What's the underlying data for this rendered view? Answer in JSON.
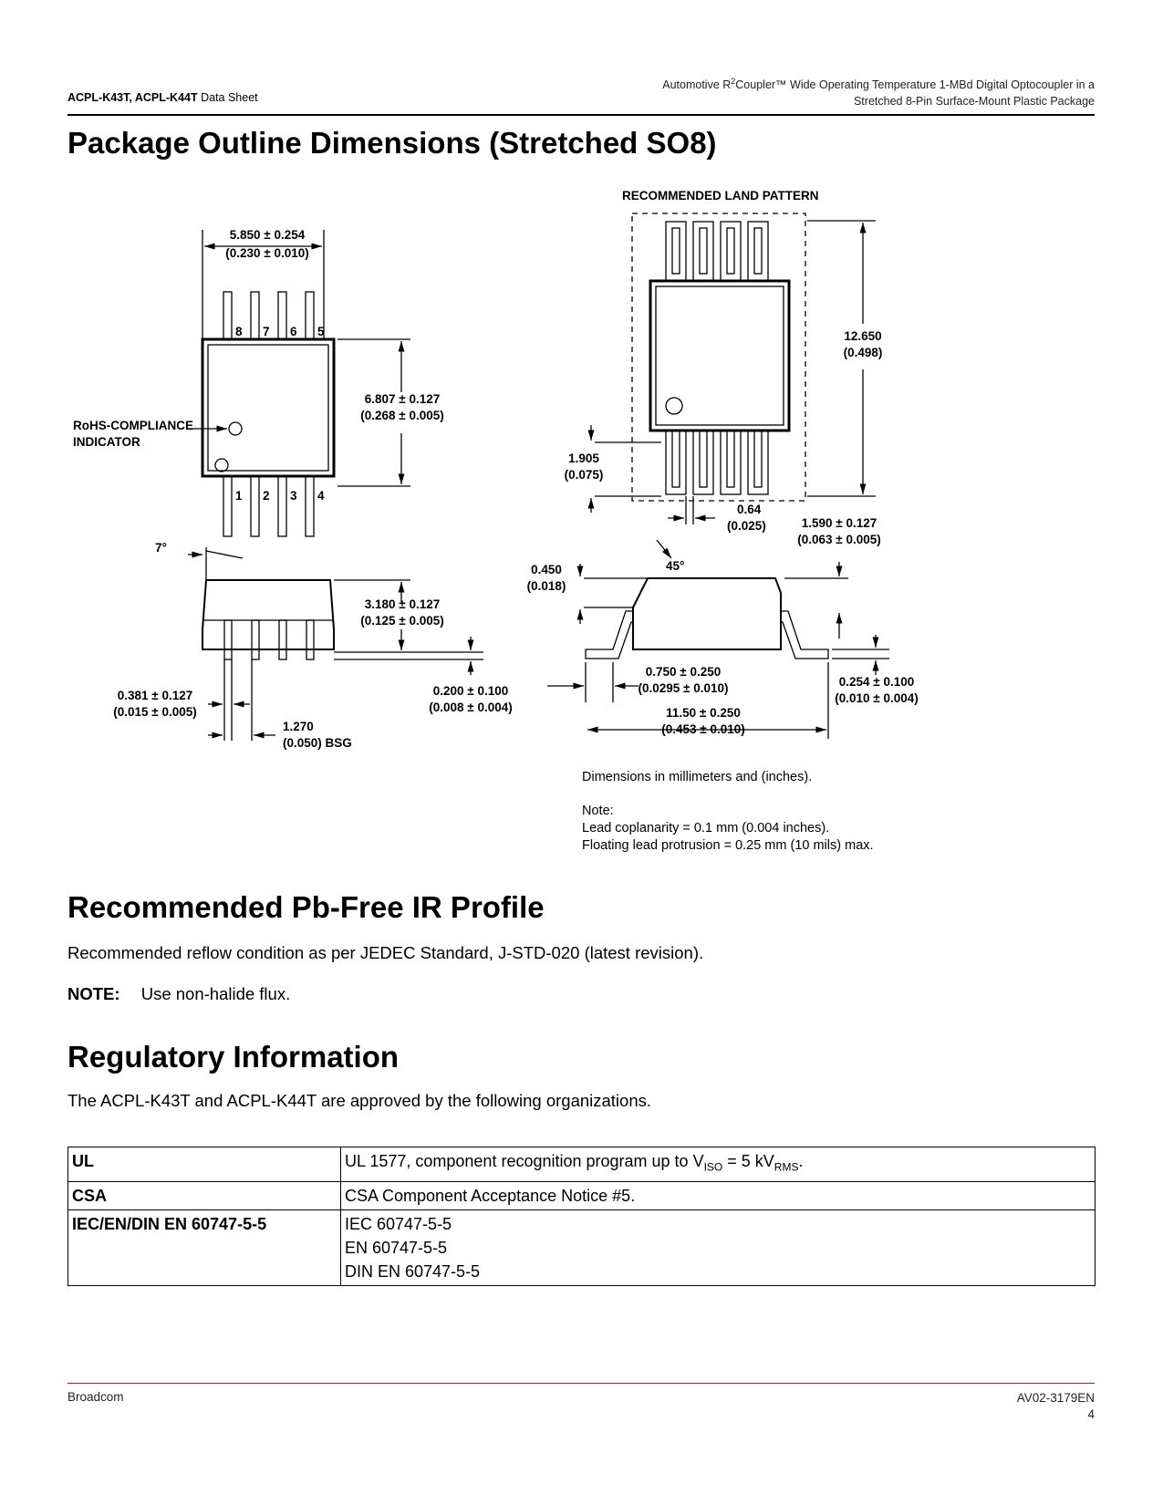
{
  "header": {
    "part_numbers": "ACPL-K43T, ACPL-K44T",
    "doc_type": "Data Sheet",
    "title_line1_pre": "Automotive R",
    "title_line1_sup": "2",
    "title_line1_post": "Coupler™ Wide Operating Temperature 1-MBd Digital Optocoupler in a",
    "title_line2": "Stretched 8-Pin Surface-Mount Plastic Package"
  },
  "package": {
    "heading": "Package Outline Dimensions (Stretched SO8)",
    "land_pattern_label": "RECOMMENDED LAND PATTERN",
    "rohs_line1": "RoHS-COMPLIANCE",
    "rohs_line2": "INDICATOR",
    "pins_top": [
      "8",
      "7",
      "6",
      "5"
    ],
    "pins_bottom": [
      "1",
      "2",
      "3",
      "4"
    ],
    "dims": {
      "width_mm": "5.850 ± 0.254",
      "width_in": "(0.230 ± 0.010)",
      "height_mm": "6.807 ± 0.127",
      "height_in": "(0.268 ± 0.005)",
      "angle": "7°",
      "body_h_mm": "3.180 ± 0.127",
      "body_h_in": "(0.125 ± 0.005)",
      "lead_w_mm": "0.381 ± 0.127",
      "lead_w_in": "(0.015 ± 0.005)",
      "standoff_mm": "0.200 ± 0.100",
      "standoff_in": "(0.008 ± 0.004)",
      "pitch_mm": "1.270",
      "pitch_in": "(0.050) BSG",
      "land_h_mm": "12.650",
      "land_h_in": "(0.498)",
      "land_pitch_mm": "1.905",
      "land_pitch_in": "(0.075)",
      "pad_w_mm": "0.64",
      "pad_w_in": "(0.025)",
      "side_h_mm": "1.590 ± 0.127",
      "side_h_in": "(0.063 ± 0.005)",
      "chamfer_mm": "0.450",
      "chamfer_in": "(0.018)",
      "chamfer_angle": "45°",
      "foot_mm": "0.750 ± 0.250",
      "foot_in": "(0.0295 ± 0.010)",
      "lead_t_mm": "0.254 ± 0.100",
      "lead_t_in": "(0.010 ± 0.004)",
      "overall_mm": "11.50 ± 0.250",
      "overall_in": "(0.453 ± 0.010)"
    },
    "units_note": "Dimensions in millimeters and (inches).",
    "note_title": "Note:",
    "note_line1": "Lead coplanarity = 0.1 mm (0.004 inches).",
    "note_line2": "Floating lead protrusion = 0.25 mm (10 mils) max."
  },
  "ir_profile": {
    "heading": "Recommended Pb-Free IR Profile",
    "text": "Recommended reflow condition as per JEDEC Standard, J-STD-020 (latest revision).",
    "note_label": "NOTE:",
    "note_text": "Use non-halide flux."
  },
  "regulatory": {
    "heading": "Regulatory Information",
    "intro": "The ACPL-K43T and ACPL-K44T are approved by the following organizations.",
    "rows": [
      {
        "org": "UL",
        "desc_pre": "UL 1577, component recognition program up to V",
        "sub1": "ISO",
        "desc_mid": " = 5 kV",
        "sub2": "RMS",
        "desc_post": "."
      },
      {
        "org": "CSA",
        "desc": "CSA Component Acceptance Notice #5."
      },
      {
        "org": "IEC/EN/DIN EN 60747-5-5",
        "lines": [
          "IEC 60747-5-5",
          "EN 60747-5-5",
          "DIN EN 60747-5-5"
        ]
      }
    ]
  },
  "footer": {
    "company": "Broadcom",
    "doc_number": "AV02-3179EN",
    "page": "4"
  }
}
